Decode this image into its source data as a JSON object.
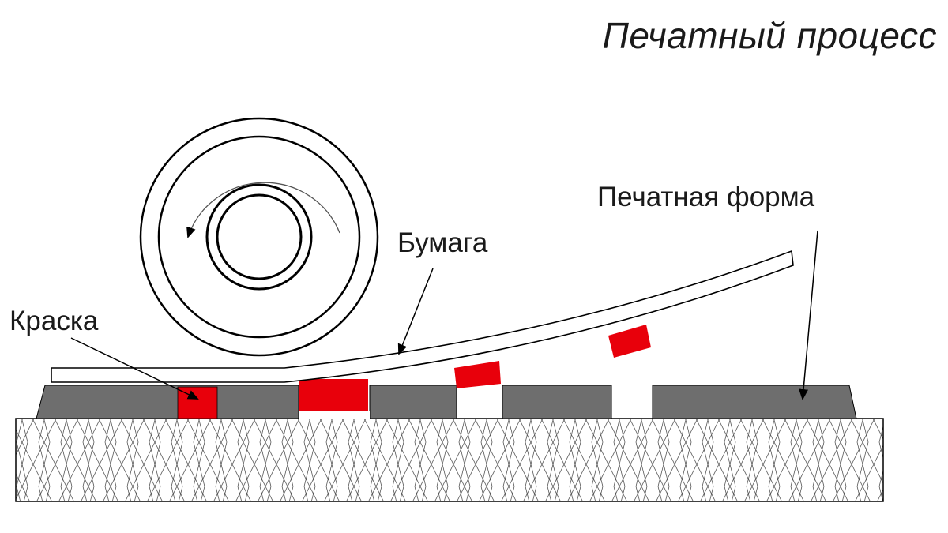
{
  "title": "Печатный процесс",
  "labels": {
    "printing_form": "Печатная форма",
    "paper": "Бумага",
    "ink": "Краска"
  },
  "colors": {
    "ink": "#e8000b",
    "plate": "#6e6e6e",
    "base_hatch": "#555555",
    "outline": "#000000"
  },
  "icons": {
    "rotation_arrow": "counterclockwise-arrow-icon"
  }
}
